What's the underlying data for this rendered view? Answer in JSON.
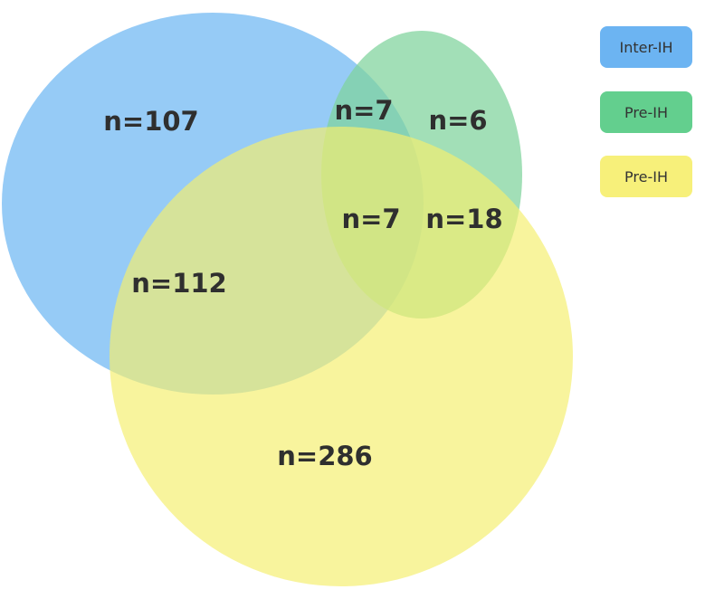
{
  "legend": [
    {
      "label": "Inter-IH",
      "color": "#6cb4f2"
    },
    {
      "label": "Pre-IH",
      "color": "#63cf8e"
    },
    {
      "label": "Pre-IH",
      "color": "#f7f07a"
    }
  ],
  "sets": {
    "blue_color": "#79bdf3",
    "green_color": "#7ed29b",
    "yellow_color": "#f5ef6e"
  },
  "regions": {
    "blue_only": "n=107",
    "blue_green": "n=7",
    "green_only": "n=6",
    "all_three": "n=7",
    "green_yellow": "n=18",
    "blue_yellow": "n=112",
    "yellow_only": "n=286"
  }
}
